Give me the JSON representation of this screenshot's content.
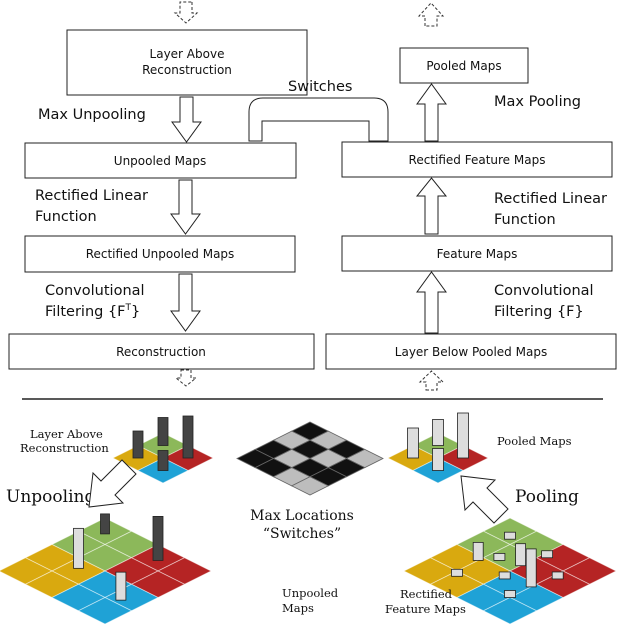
{
  "boxes": {
    "layer_above_reconstruction": "Layer Above\nReconstruction",
    "unpooled_maps": "Unpooled Maps",
    "rectified_unpooled_maps": "Rectified Unpooled Maps",
    "reconstruction": "Reconstruction",
    "pooled_maps": "Pooled Maps",
    "rectified_feature_maps": "Rectified Feature Maps",
    "feature_maps": "Feature Maps",
    "layer_below_pooled_maps": "Layer Below Pooled Maps"
  },
  "labels": {
    "switches": "Switches",
    "max_unpooling": "Max Unpooling",
    "max_pooling": "Max Pooling",
    "rect_linear_left": "Rectified Linear\nFunction",
    "rect_linear_right": "Rectified Linear\nFunction",
    "conv_left": "Convolutional\nFiltering {F",
    "conv_left_sup": "T",
    "conv_left_close": "}",
    "conv_right": "Convolutional\nFiltering {F}"
  },
  "bottom": {
    "layer_above_reconstruction": "Layer Above\nReconstruction",
    "unpooling": "Unpooling",
    "max_locations": "Max Locations\n“Switches”",
    "pooled_maps": "Pooled Maps",
    "pooling": "Pooling",
    "unpooled_maps": "Unpooled\nMaps",
    "rectified_feature_maps": "Rectified\nFeature Maps"
  },
  "colors": {
    "yellow": "#D9A90F",
    "green": "#8CB85A",
    "blue": "#1FA2D6",
    "red": "#B52424",
    "dark_bar": "#444444",
    "light_bar": "#DDDDDD",
    "switch_black": "#111111",
    "switch_gray": "#BDBDBD"
  },
  "icons": [
    "up-arrow-icon",
    "down-arrow-icon",
    "dashed-arrow-icon"
  ]
}
